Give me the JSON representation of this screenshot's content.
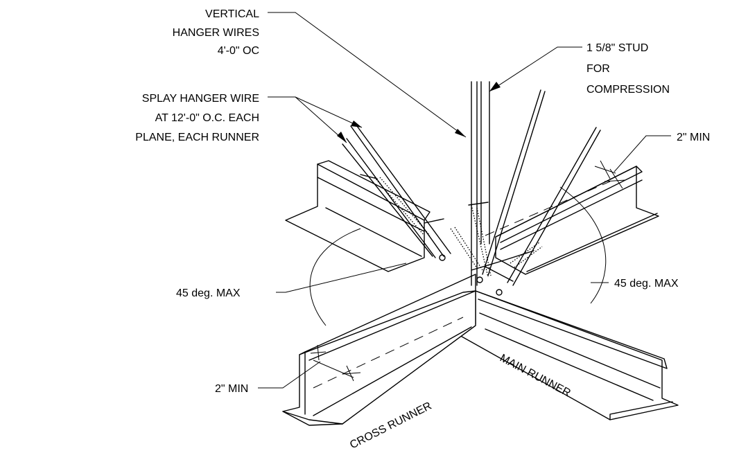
{
  "labels": {
    "vertical_hanger": [
      "VERTICAL",
      "HANGER WIRES",
      "4'-0\" OC"
    ],
    "stud": [
      "1 5/8\" STUD",
      "FOR",
      "COMPRESSION"
    ],
    "splay": [
      "SPLAY HANGER WIRE",
      "AT 12'-0\" O.C. EACH",
      "PLANE, EACH RUNNER"
    ],
    "min_right": "2\" MIN",
    "min_left": "2\" MIN",
    "angle_left": "45 deg. MAX",
    "angle_right": "45 deg. MAX",
    "cross_runner": "CROSS RUNNER",
    "main_runner": "MAIN RUNNER"
  },
  "colors": {
    "line": "#000000",
    "background": "#ffffff"
  }
}
